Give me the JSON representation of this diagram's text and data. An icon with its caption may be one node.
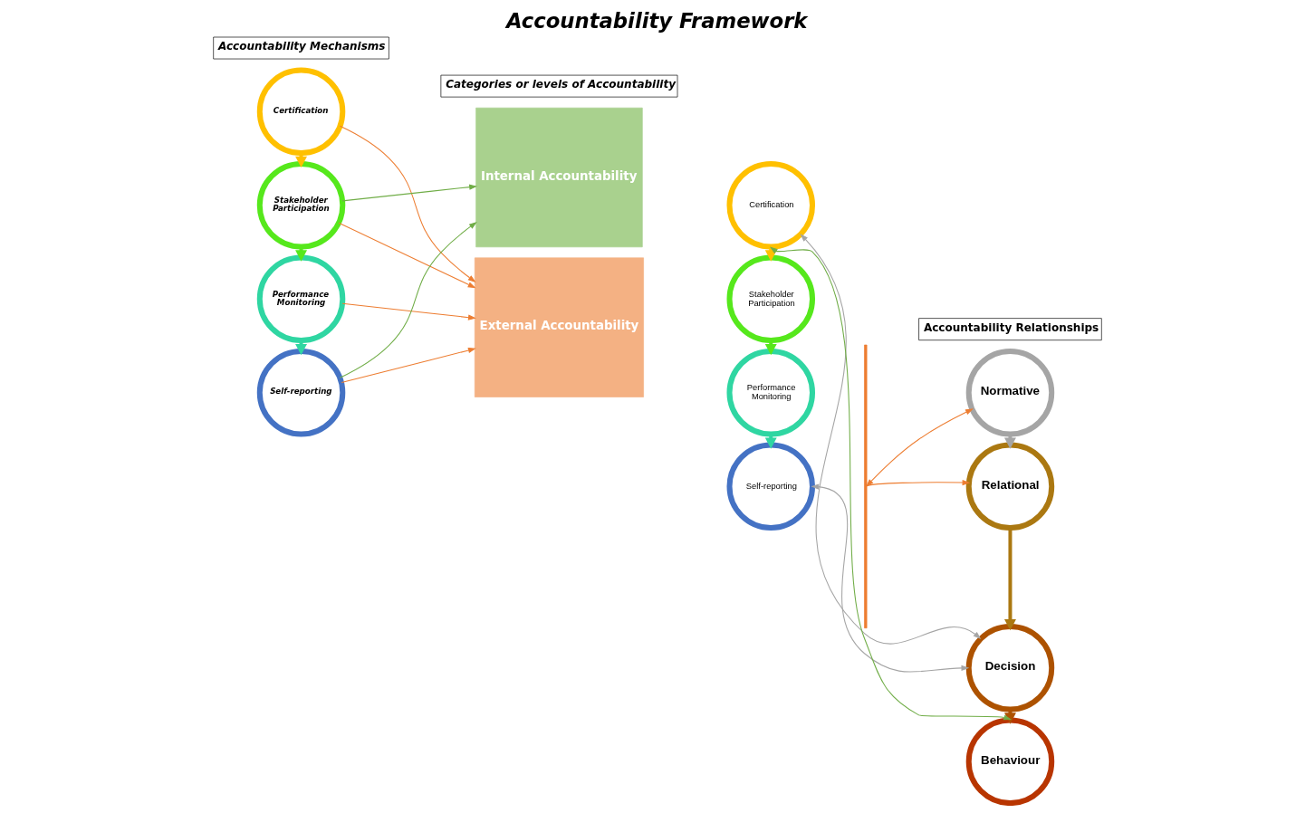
{
  "diagram": {
    "title": "Accountability Framework",
    "nodes": [
      {
        "text": [
          "Accountability Mechanisms"
        ]
      },
      {
        "text": [
          "Categories or levels of Accountability"
        ]
      },
      {
        "text": [
          "Accountability Relationships"
        ]
      },
      {
        "text": [
          "Certification"
        ]
      },
      {
        "text": [
          "Stakeholder Participation"
        ]
      },
      {
        "text": [
          "Performance Monitoring"
        ]
      },
      {
        "text": [
          "Self-reporting"
        ]
      },
      {
        "text": [
          "Internal Accountability"
        ]
      },
      {
        "text": [
          "External Accountability"
        ]
      },
      {
        "text": [
          "Certification"
        ]
      },
      {
        "text": [
          "Stakeholder Participation"
        ]
      },
      {
        "text": [
          "Performance Monitoring"
        ]
      },
      {
        "text": [
          "Self-reporting"
        ]
      },
      {
        "text": [],
        "shape": "bracket"
      },
      {
        "text": [
          "Normative"
        ]
      },
      {
        "text": [
          "Relational"
        ]
      },
      {
        "text": [
          "Decision"
        ]
      },
      {
        "text": [
          "Behaviour"
        ]
      }
    ],
    "edges": [
      {
        "from": 3,
        "to": 4,
        "arrow": "to",
        "style": "thick",
        "color": "#ffc000"
      },
      {
        "from": 4,
        "to": 5,
        "arrow": "to",
        "style": "thick",
        "color": "#56e81c"
      },
      {
        "from": 5,
        "to": 6,
        "arrow": "to",
        "style": "thick",
        "color": "#2fd6a2"
      },
      {
        "from": 3,
        "to": 8,
        "arrow": "to"
      },
      {
        "from": 4,
        "to": 7,
        "arrow": "to",
        "color": "#70ad47"
      },
      {
        "from": 4,
        "to": 8,
        "arrow": "to"
      },
      {
        "from": 5,
        "to": 8,
        "arrow": "to"
      },
      {
        "from": 6,
        "to": 7,
        "arrow": "to",
        "color": "#70ad47"
      },
      {
        "from": 6,
        "to": 8,
        "arrow": "to"
      },
      {
        "from": 9,
        "to": 10,
        "arrow": "to",
        "style": "thick",
        "color": "#ffc000"
      },
      {
        "from": 10,
        "to": 11,
        "arrow": "to",
        "style": "thick",
        "color": "#56e81c"
      },
      {
        "from": 11,
        "to": 12,
        "arrow": "to",
        "style": "thick",
        "color": "#2fd6a2"
      },
      {
        "from": 14,
        "to": 15,
        "arrow": "to",
        "style": "thick",
        "color": "#a5a5a5"
      },
      {
        "from": 15,
        "to": 16,
        "arrow": "to",
        "style": "thick",
        "color": "#ab7811"
      },
      {
        "from": 16,
        "to": 17,
        "arrow": "to",
        "style": "thick",
        "color": "#ad5200"
      },
      {
        "from": 14,
        "to": 13,
        "arrow": "both"
      },
      {
        "from": 13,
        "to": 15,
        "arrow": "to"
      },
      {
        "from": 17,
        "to": 9,
        "arrow": "both",
        "color": "#70ad47"
      },
      {
        "from": 9,
        "to": 16,
        "arrow": "both",
        "color": "#a5a5a5"
      },
      {
        "from": 12,
        "to": 16,
        "arrow": "both",
        "color": "#a5a5a5"
      }
    ]
  }
}
